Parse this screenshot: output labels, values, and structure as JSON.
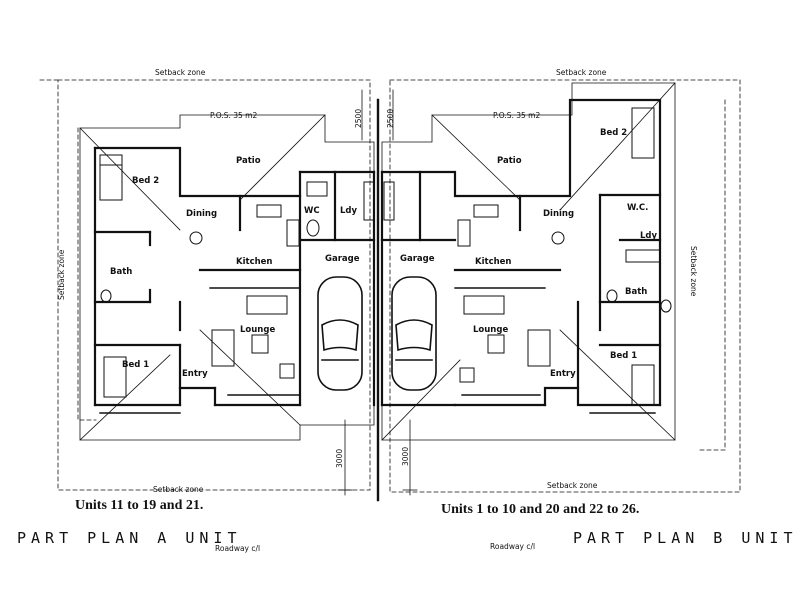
{
  "setback_labels": {
    "top_left": "Setback zone",
    "top_right": "Setback zone",
    "bottom_left": "Setback zone",
    "bottom_right": "Setback zone",
    "left_side": "Setback zone",
    "right_side": "Setback zone"
  },
  "pos_labels": {
    "left": "P.O.S.  35 m2",
    "right": "P.O.S.  35 m2"
  },
  "dimensions": {
    "top_left": "2500",
    "top_right": "2500",
    "bottom_left": "3000",
    "bottom_right": "3000"
  },
  "unit_a_rooms": {
    "bed2": "Bed 2",
    "patio": "Patio",
    "dining": "Dining",
    "wc": "WC",
    "ldy": "Ldy",
    "bath": "Bath",
    "kitchen": "Kitchen",
    "garage": "Garage",
    "lounge": "Lounge",
    "bed1": "Bed 1",
    "entry": "Entry"
  },
  "unit_b_rooms": {
    "bed2": "Bed 2",
    "patio": "Patio",
    "dining": "Dining",
    "wc": "W.C.",
    "ldy": "Ldy",
    "bath": "Bath",
    "kitchen": "Kitchen",
    "garage": "Garage",
    "lounge": "Lounge",
    "bed1": "Bed 1",
    "entry": "Entry"
  },
  "captions": {
    "left": "Units 11 to 19 and 21.",
    "right": "Units 1 to 10 and 20  and 22 to 26."
  },
  "titles": {
    "left": "PART PLAN  A UNIT",
    "right": "PART PLAN  B UNIT"
  },
  "roadway_labels": {
    "left": "Roadway c/l",
    "right": "Roadway c/l"
  }
}
